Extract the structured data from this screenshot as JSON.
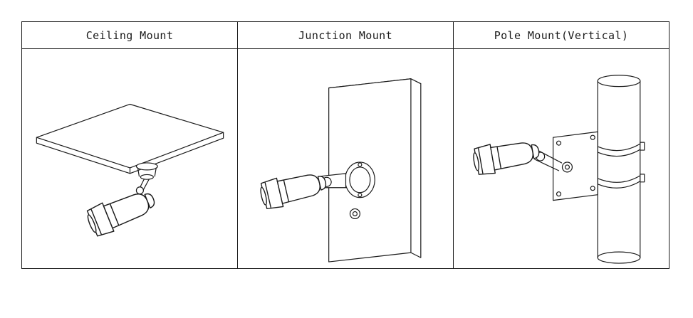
{
  "diagram": {
    "panels": [
      {
        "title": "Ceiling Mount",
        "illustration": "ceiling-mount-line-drawing"
      },
      {
        "title": "Junction Mount",
        "illustration": "junction-mount-line-drawing"
      },
      {
        "title": "Pole Mount(Vertical)",
        "illustration": "pole-mount-vertical-line-drawing"
      }
    ],
    "colors": {
      "line": "#1a1a1a",
      "background": "#ffffff"
    }
  }
}
